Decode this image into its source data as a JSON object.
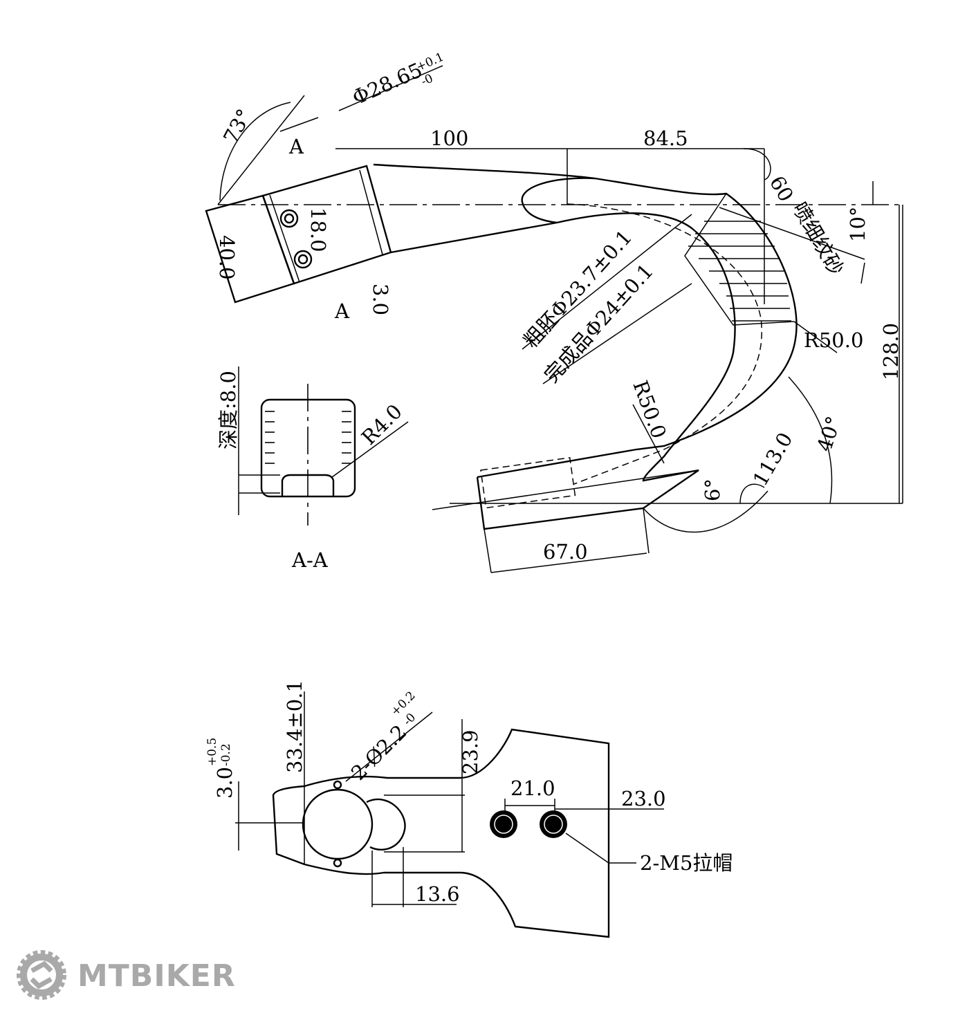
{
  "drawing": {
    "top_view": {
      "diameter_clamp": "Φ28.65",
      "diameter_clamp_tol_upper": "+0.1",
      "diameter_clamp_tol_lower": "-0",
      "angle_clamp": "73°",
      "section_mark_top": "A",
      "section_mark_bottom": "A",
      "dim_reach": "100",
      "dim_reach2": "84.5",
      "angle_60": "60",
      "finish_note": "喷细纹砂",
      "angle_10": "10°",
      "dim_18": "18.0",
      "dim_40": "40.0",
      "dim_3": "3.0",
      "blank_diameter": "粗胚Φ23.7±0.1",
      "finished_diameter": "完成品Φ24±0.1",
      "radius_outer": "R50.0",
      "dim_drop": "128.0",
      "radius_inner": "R50.0",
      "angle_40": "40°",
      "dim_113": "113.0",
      "angle_6": "6°",
      "dim_67": "67.0"
    },
    "section_aa": {
      "depth": "深度:8.0",
      "radius": "R4.0",
      "title": "A-A"
    },
    "bottom_view": {
      "dim_3": "3.0",
      "dim_3_tol_upper": "+0.5",
      "dim_3_tol_lower": "-0.2",
      "dim_33": "33.4±0.1",
      "holes": "2-Ø2.2",
      "holes_tol_upper": "+0.2",
      "holes_tol_lower": "-0",
      "dim_23_9": "23.9",
      "dim_21": "21.0",
      "dim_23": "23.0",
      "rivet_nut": "2-M5拉帽",
      "dim_13_6": "13.6"
    }
  },
  "watermark": {
    "text": "MTBIKER",
    "color": "#a9a9a9"
  }
}
